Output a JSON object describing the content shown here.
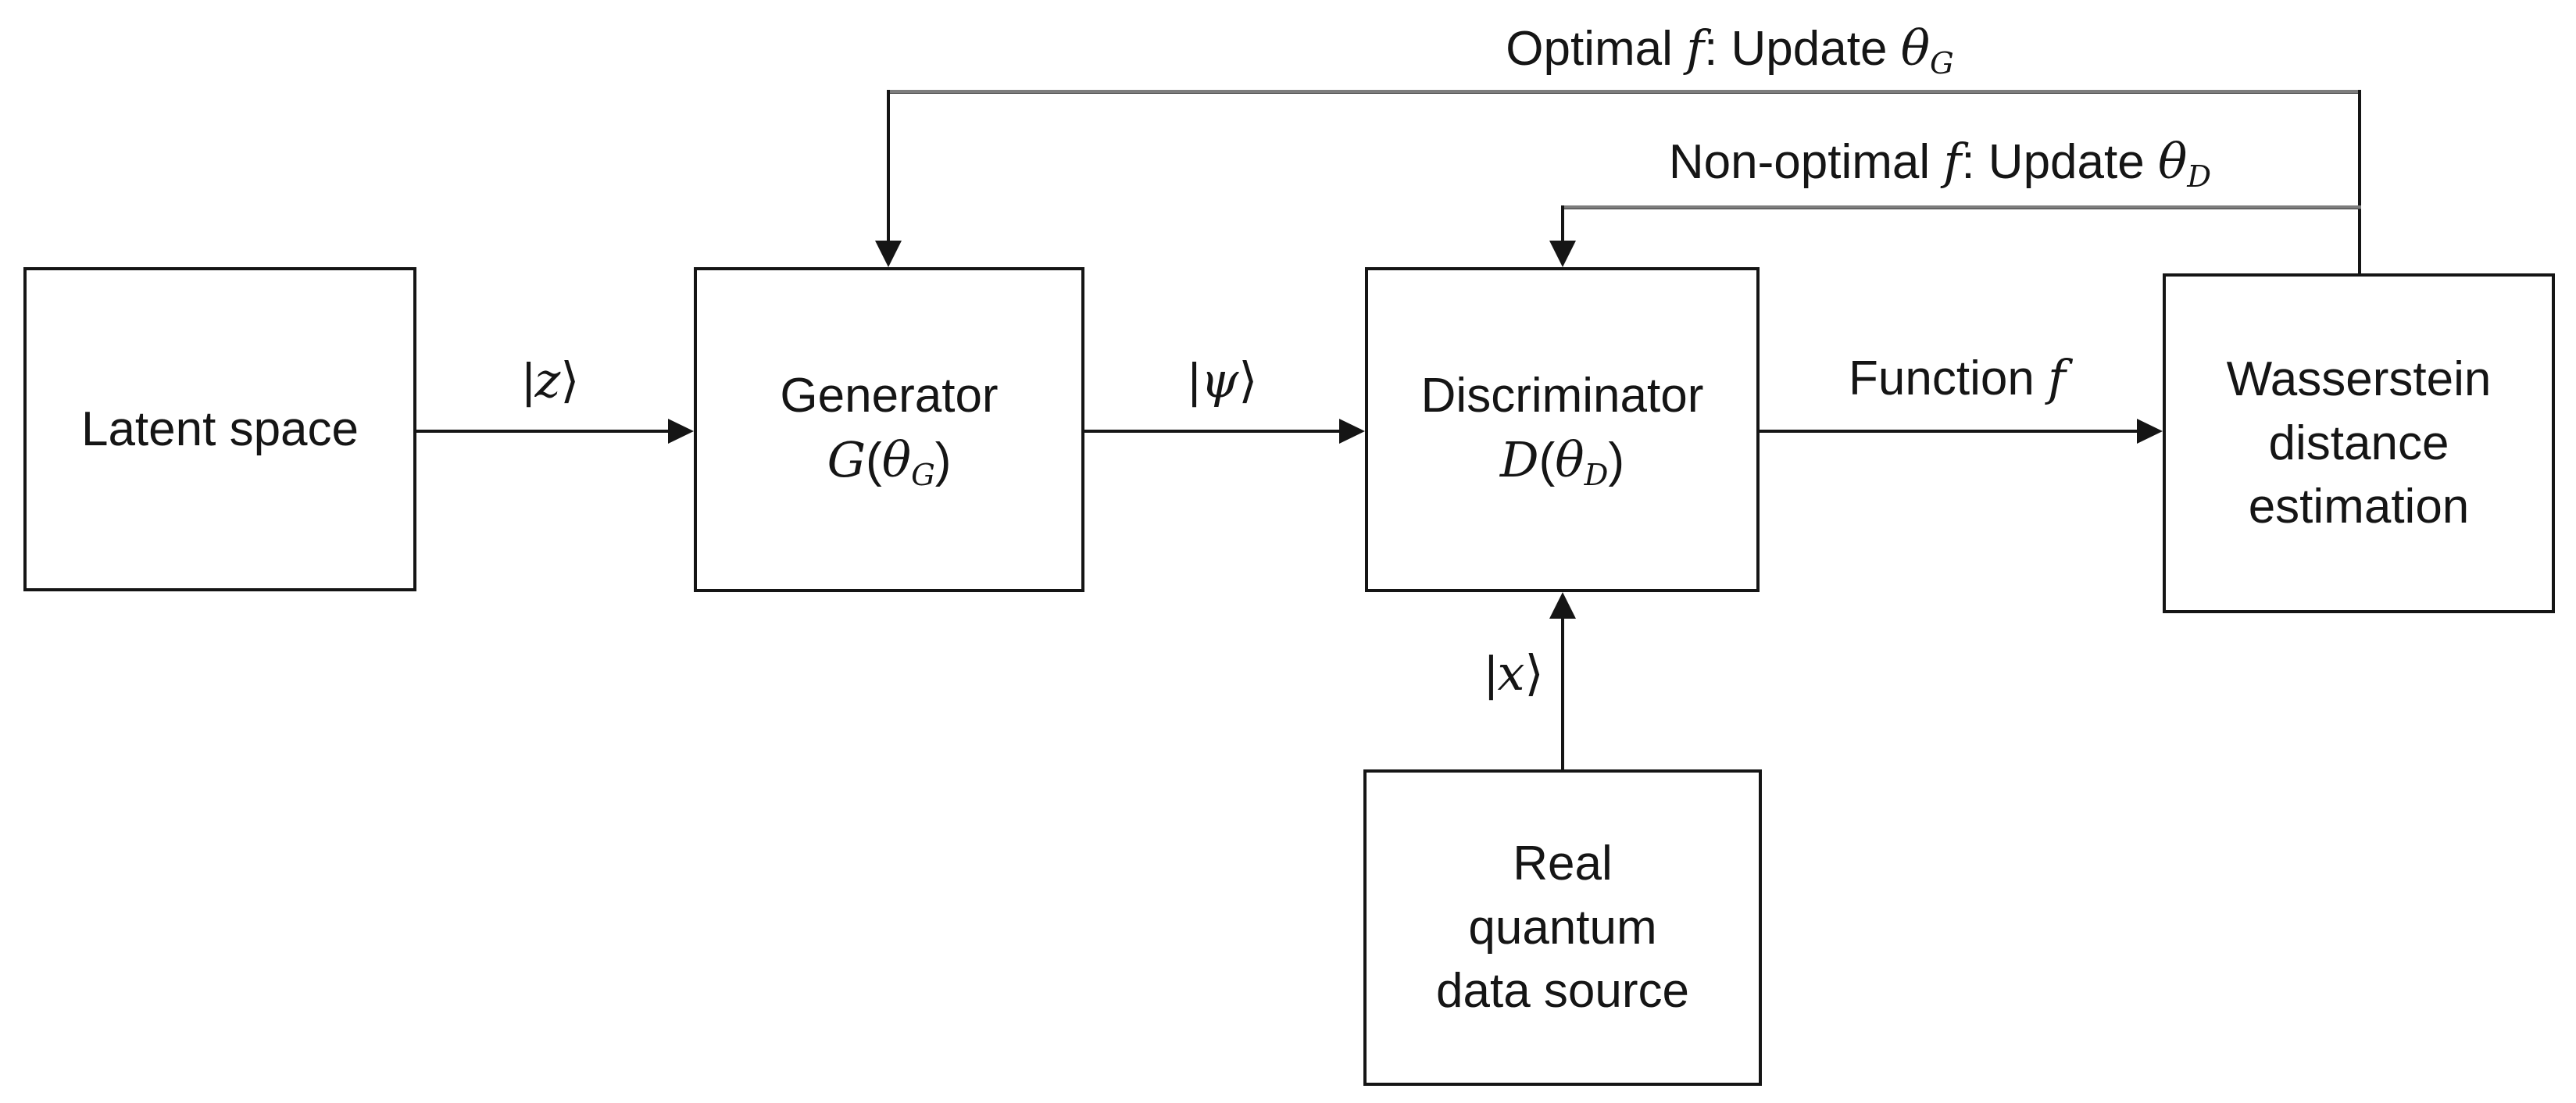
{
  "diagram": {
    "title_hint": "Quantum Wasserstein GAN training loop diagram",
    "colors": {
      "background": "#ffffff",
      "box_border": "#151515",
      "text": "#151515",
      "flow_line": "#151515",
      "feedback_line": "#7d7d7d"
    },
    "boxes": {
      "latent": {
        "label": "Latent space"
      },
      "generator": {
        "line1": "Generator",
        "math": {
          "name": "G",
          "open": "(",
          "theta": "θ",
          "sub": "G",
          "close": ")"
        }
      },
      "discriminator": {
        "line1": "Discriminator",
        "math": {
          "name": "D",
          "open": "(",
          "theta": "θ",
          "sub": "D",
          "close": ")"
        }
      },
      "wasserstein": {
        "line1": "Wasserstein",
        "line2": "distance",
        "line3": "estimation"
      },
      "real_source": {
        "line1": "Real",
        "line2": "quantum",
        "line3": "data source"
      }
    },
    "edges": {
      "z": {
        "bar": "|",
        "letter": "z",
        "ket": "⟩"
      },
      "psi": {
        "bar": "|",
        "letter": "ψ",
        "ket": "⟩"
      },
      "x": {
        "bar": "|",
        "letter": "x",
        "ket": "⟩"
      },
      "function_f": {
        "pre": "Function ",
        "f": "f"
      },
      "optimal": {
        "pre": "Optimal ",
        "f": "f",
        "mid": ": Update ",
        "theta": "θ",
        "sub": "G"
      },
      "non_optimal": {
        "pre": "Non-optimal ",
        "f": "f",
        "mid": ": Update ",
        "theta": "θ",
        "sub": "D"
      }
    }
  }
}
